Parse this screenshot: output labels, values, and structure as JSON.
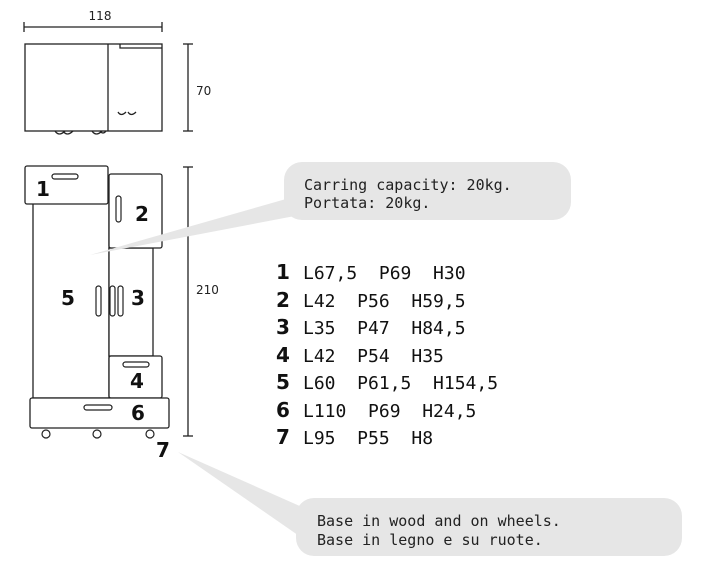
{
  "dimensions": {
    "width": "118",
    "depth": "70",
    "height": "210"
  },
  "part_numbers": [
    "1",
    "2",
    "3",
    "4",
    "5",
    "6",
    "7"
  ],
  "callout_capacity": {
    "line_en": "Carring capacity: 20kg.",
    "line_it": "Portata: 20kg."
  },
  "callout_base": {
    "line_en": "Base in wood and on wheels.",
    "line_it": "Base in legno e su ruote."
  },
  "parts": [
    {
      "num": "1",
      "spec": "L67,5  P69  H30"
    },
    {
      "num": "2",
      "spec": "L42  P56  H59,5"
    },
    {
      "num": "3",
      "spec": "L35  P47  H84,5"
    },
    {
      "num": "4",
      "spec": "L42  P54  H35"
    },
    {
      "num": "5",
      "spec": "L60  P61,5  H154,5"
    },
    {
      "num": "6",
      "spec": "L110  P69  H24,5"
    },
    {
      "num": "7",
      "spec": "L95  P55  H8"
    }
  ],
  "colors": {
    "line": "#222222",
    "callout_bg": "#e6e6e6"
  }
}
